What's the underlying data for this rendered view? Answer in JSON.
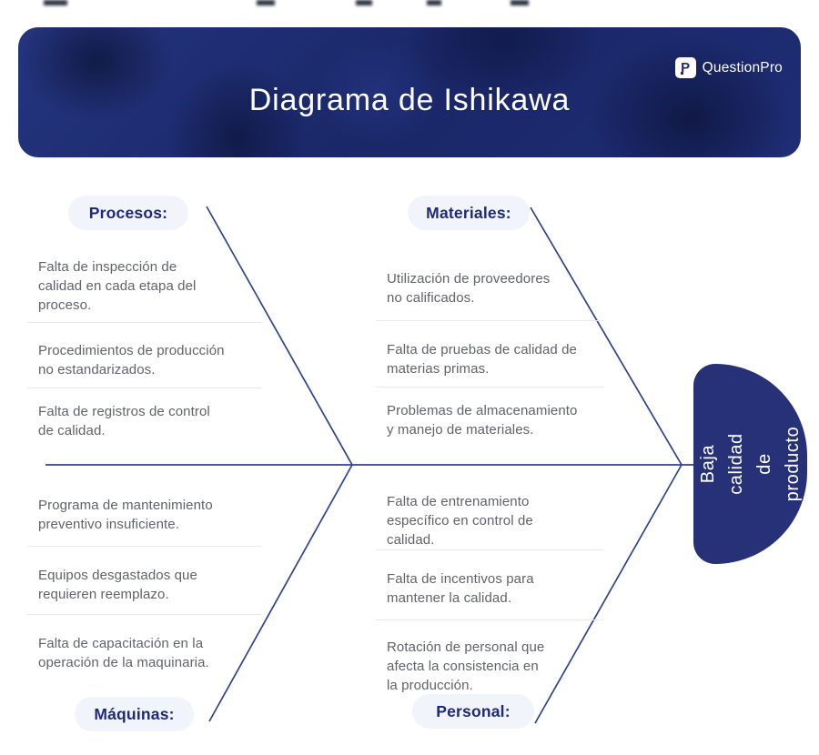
{
  "header": {
    "title": "Diagrama de Ishikawa",
    "brand": "QuestionPro",
    "brand_icon_letter": "P"
  },
  "effect": {
    "label": "Baja calidad\nde producto"
  },
  "colors": {
    "bone": "#2e4390",
    "pill_bg": "#f2f4fb",
    "pill_text": "#1e2a78",
    "cause_text": "#606368",
    "head_bg": "#263177",
    "header_bg": "#1d2d74",
    "separator": "#e8e9ee"
  },
  "categories": [
    {
      "label": "Procesos:",
      "position": "top-left",
      "causes": [
        "Falta de inspección de\ncalidad en cada etapa del\nproceso.",
        "Procedimientos de producción\nno estandarizados.",
        "Falta de registros de control\nde calidad."
      ]
    },
    {
      "label": "Materiales:",
      "position": "top-right",
      "causes": [
        "Utilización de proveedores\nno calificados.",
        "Falta de pruebas de calidad de\nmaterias primas.",
        "Problemas de almacenamiento\ny manejo de materiales."
      ]
    },
    {
      "label": "Máquinas:",
      "position": "bottom-left",
      "causes": [
        "Programa de mantenimiento\npreventivo insuficiente.",
        "Equipos desgastados que\nrequieren reemplazo.",
        "Falta de capacitación en la\noperación de la maquinaria."
      ]
    },
    {
      "label": "Personal:",
      "position": "bottom-right",
      "causes": [
        "Falta de entrenamiento\nespecífico en control de\ncalidad.",
        "Falta de incentivos para\nmantener la calidad.",
        "Rotación de personal que\nafecta la consistencia en\nla producción."
      ]
    }
  ]
}
